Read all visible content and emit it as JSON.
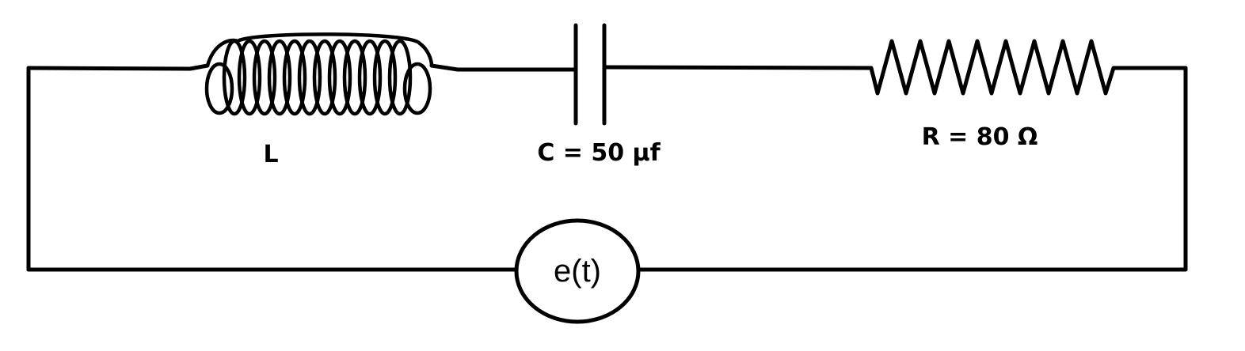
{
  "labels": {
    "inductor": "L",
    "capacitor": "C = 50 µf",
    "resistor": "R = 80 Ω",
    "source": "e(t)"
  }
}
